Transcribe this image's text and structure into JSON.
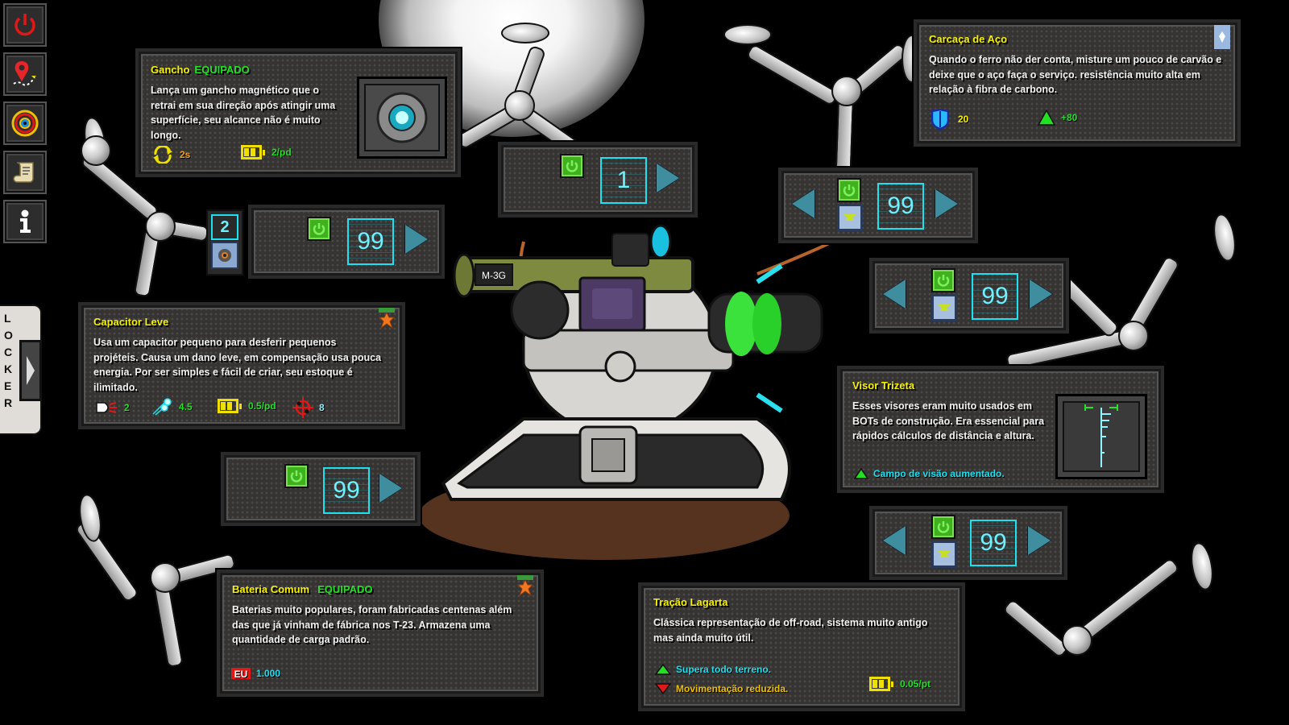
{
  "sidebar": {
    "buttons": [
      {
        "name": "power-button",
        "icon": "power-icon"
      },
      {
        "name": "map-button",
        "icon": "map-pin-icon"
      },
      {
        "name": "target-button",
        "icon": "target-icon"
      },
      {
        "name": "scroll-button",
        "icon": "scroll-icon"
      },
      {
        "name": "info-button",
        "icon": "info-icon"
      }
    ]
  },
  "locker": {
    "letters": [
      "L",
      "O",
      "C",
      "K",
      "E",
      "R"
    ]
  },
  "colors": {
    "title": "#f5f000",
    "equipped": "#22e022",
    "cyan": "#1de0f0",
    "green_stat": "#22e022",
    "orange_stat": "#f0a020",
    "background": "#000000"
  },
  "panels": {
    "gancho": {
      "title": "Gancho",
      "badge": "EQUIPADO",
      "text": "Lança um gancho magnético que o retrai em sua direção após atingir uma superfície, seu alcance não é muito longo.",
      "cooldown": "2s",
      "energy": "2/pd"
    },
    "carcaca": {
      "title": "Carcaça de Aço",
      "text": "Quando o ferro não der conta, misture um pouco de carvão e deixe que o aço faça o serviço. resistência muito alta em relação à fibra de carbono.",
      "armor": "20",
      "bonus": "+80"
    },
    "capacitor": {
      "title": "Capacitor Leve",
      "text": "Usa um capacitor pequeno para desferir pequenos projéteis. Causa um dano leve, em compensação usa pouca energia. Por ser simples e fácil de criar, seu estoque é ilimitado.",
      "damage": "2",
      "speed": "4.5",
      "energy": "0.5/pd",
      "accuracy": "8"
    },
    "visor": {
      "title": "Visor Trizeta",
      "text": "Esses visores eram muito usados em BOTs de construção. Era essencial para rápidos cálculos de distância e altura.",
      "bonus": "Campo de visão aumentado."
    },
    "bateria": {
      "title": "Bateria Comum",
      "badge": "EQUIPADO",
      "text": "Baterias muito populares, foram fabricadas centenas além das que já vinham de fábrica nos T-23. Armazena uma quantidade de carga padrão.",
      "capacity": "1.000"
    },
    "tracao": {
      "title": "Tração Lagarta",
      "text": "Clássica representação de off-road, sistema muito antigo mas ainda muito útil.",
      "pro": "Supera todo terreno.",
      "con": "Movimentação reduzida.",
      "energy": "0.05/pt"
    }
  },
  "slots": {
    "mini": {
      "count": "2"
    },
    "hook": {
      "count": "99"
    },
    "top": {
      "count": "1"
    },
    "armor": {
      "count": "99"
    },
    "head": {
      "count": "99"
    },
    "gun": {
      "count": "99"
    },
    "legs": {
      "count": "99"
    }
  },
  "robot": {
    "barrel_label": "M-3G"
  }
}
